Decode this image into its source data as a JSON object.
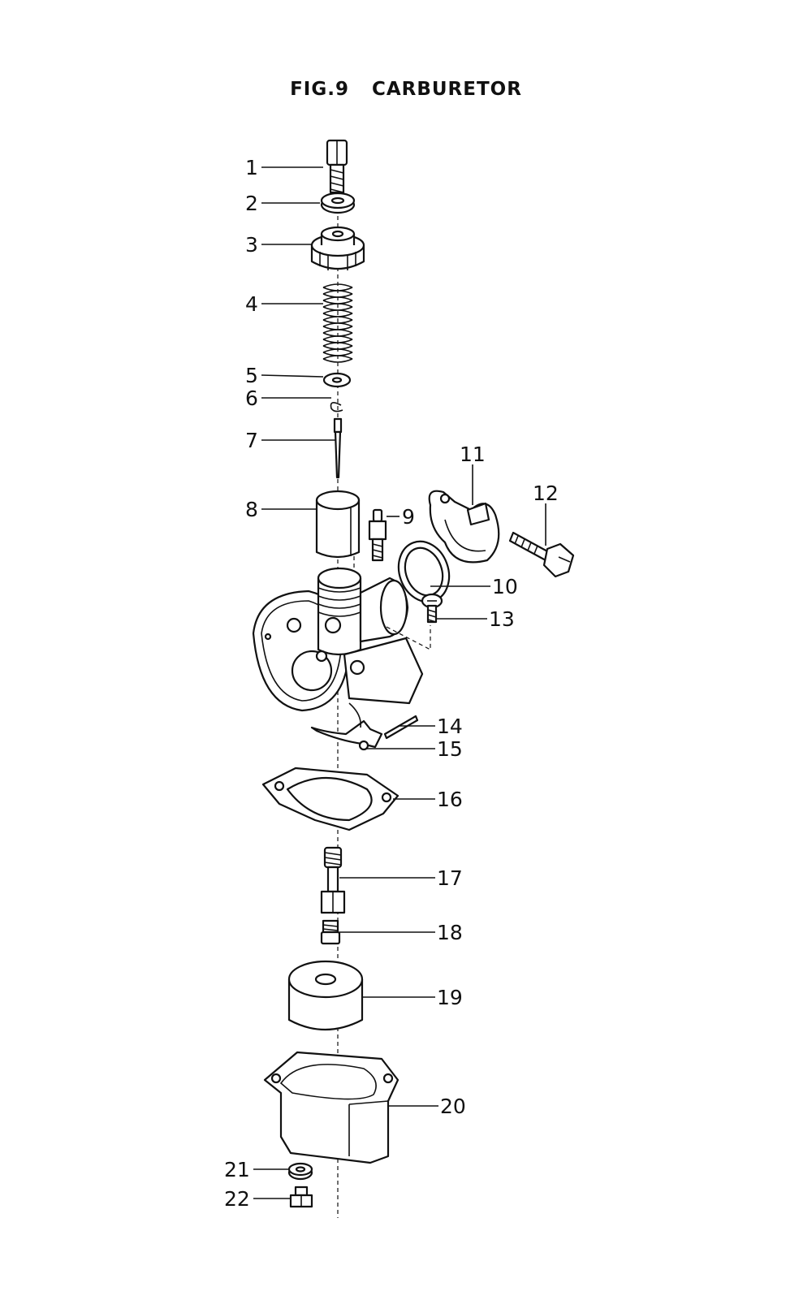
{
  "figure": {
    "number": "FIG.9",
    "name": "CARBURETOR"
  },
  "callouts": [
    {
      "num": "1",
      "part": "cable-adjuster-bolt"
    },
    {
      "num": "2",
      "part": "lock-nut"
    },
    {
      "num": "3",
      "part": "mixing-chamber-cap"
    },
    {
      "num": "4",
      "part": "throttle-valve-spring"
    },
    {
      "num": "5",
      "part": "spring-seat"
    },
    {
      "num": "6",
      "part": "clip"
    },
    {
      "num": "7",
      "part": "jet-needle"
    },
    {
      "num": "8",
      "part": "throttle-valve"
    },
    {
      "num": "9",
      "part": "needle-jet"
    },
    {
      "num": "10",
      "part": "gasket"
    },
    {
      "num": "11",
      "part": "clamp"
    },
    {
      "num": "12",
      "part": "clamp-bolt"
    },
    {
      "num": "13",
      "part": "screw"
    },
    {
      "num": "14",
      "part": "float-pin"
    },
    {
      "num": "15",
      "part": "float-arm"
    },
    {
      "num": "16",
      "part": "float-chamber-gasket"
    },
    {
      "num": "17",
      "part": "main-jet-holder"
    },
    {
      "num": "18",
      "part": "main-jet"
    },
    {
      "num": "19",
      "part": "float"
    },
    {
      "num": "20",
      "part": "float-chamber-body"
    },
    {
      "num": "21",
      "part": "washer"
    },
    {
      "num": "22",
      "part": "drain-plug"
    }
  ]
}
